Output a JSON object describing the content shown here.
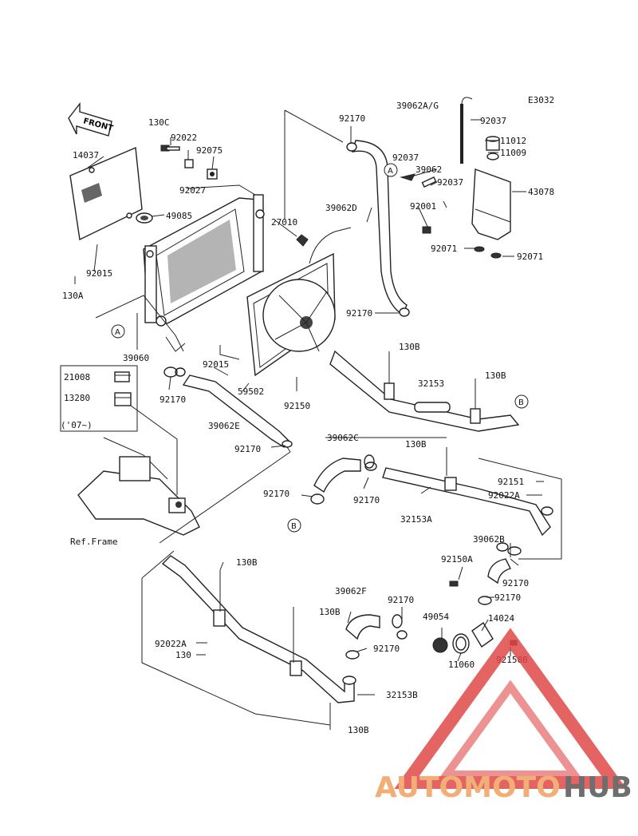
{
  "diagram_code": "E3032",
  "front_label": "FRONT",
  "ref_frame": "Ref.Frame",
  "note_07": "('07~)",
  "watermark": {
    "part1": "AUTOMOTO",
    "part2": "HUB",
    "color1": "#f0a060",
    "color2": "#555555",
    "triangle": "#e04848"
  },
  "callouts": {
    "A": "A",
    "B": "B"
  },
  "labels": {
    "l130c": "130C",
    "l92022": "92022",
    "l92075": "92075",
    "l14037": "14037",
    "l92027": "92027",
    "l49085": "49085",
    "l92015a": "92015",
    "l130a": "130A",
    "l39060": "39060",
    "l92170a": "92170",
    "l27010": "27010",
    "l39062d": "39062D",
    "l92170b": "92170",
    "l39062ag": "39062A/G",
    "l92037a": "92037",
    "l11012": "11012",
    "l11009": "11009",
    "l92037b": "92037",
    "l39062": "39062",
    "l92037c": "92037",
    "l43078": "43078",
    "l92001": "92001",
    "l92071a": "92071",
    "l92071b": "92071",
    "l130b1": "130B",
    "l130b2": "130B",
    "l32153": "32153",
    "l92015b": "92015",
    "l21008": "21008",
    "l13280": "13280",
    "l92170c": "92170",
    "l59502": "59502",
    "l92150": "92150",
    "l39062e": "39062E",
    "l92170d": "92170",
    "l39062c": "39062C",
    "l130b3": "130B",
    "l92170e": "92170",
    "l92170f": "92170",
    "l92151": "92151",
    "l92022a": "92022A",
    "l32153a": "32153A",
    "l39062b": "39062B",
    "l92150a": "92150A",
    "l92170g": "92170",
    "l92170h": "92170",
    "l130b4": "130B",
    "l39062f": "39062F",
    "l92170i": "92170",
    "l130b5": "130B",
    "l49054": "49054",
    "l14024": "14024",
    "l92022a2": "92022A",
    "l130": "130",
    "l92170j": "92170",
    "l11060": "11060",
    "l92150b": "92150B",
    "l32153b": "32153B",
    "l130b6": "130B"
  }
}
